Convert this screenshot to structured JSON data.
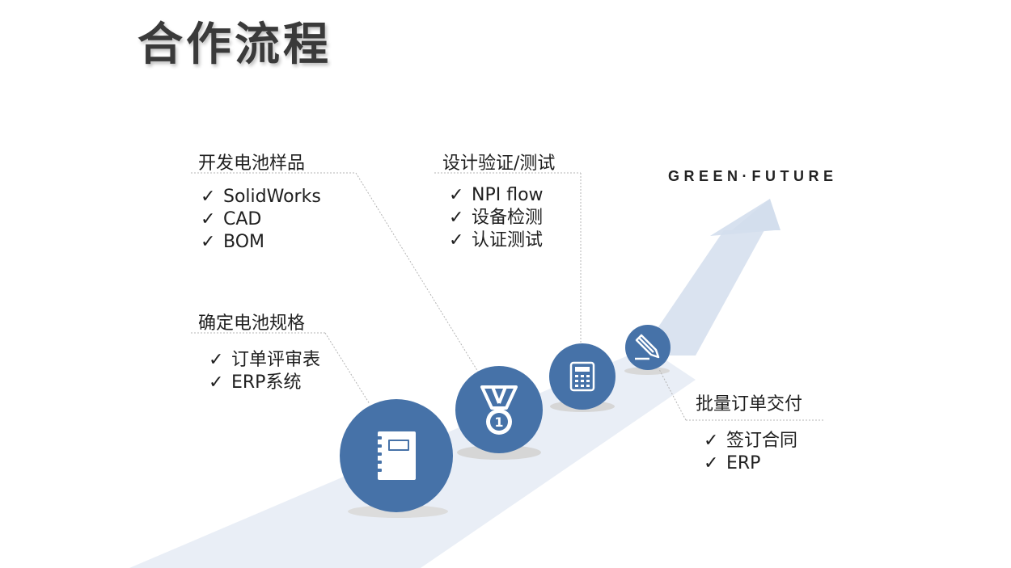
{
  "title": "合作流程",
  "brand": {
    "left": "GREEN",
    "right": "FUTURE"
  },
  "check_symbol": "✓",
  "colors": {
    "accent": "#4672a8",
    "ribbon": "#e7edf6",
    "arrow": "#d3deed",
    "shadow": "#d9d9d9"
  },
  "steps": [
    {
      "title": "确定电池规格",
      "items": [
        "订单评审表",
        "ERP系统"
      ],
      "icon": "notebook-icon"
    },
    {
      "title": "开发电池样品",
      "items": [
        "SolidWorks",
        "CAD",
        "BOM"
      ],
      "icon": "medal-icon"
    },
    {
      "title": "设计验证/测试",
      "items": [
        "NPI flow",
        "设备检测",
        "认证测试"
      ],
      "icon": "calculator-icon"
    },
    {
      "title": "批量订单交付",
      "items": [
        "签订合同",
        "ERP"
      ],
      "icon": "pencil-icon"
    }
  ]
}
